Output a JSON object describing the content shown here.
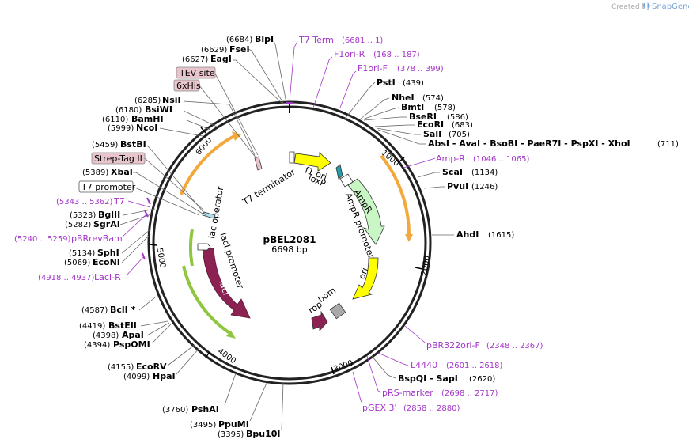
{
  "plasmid": {
    "name": "pBEL2081",
    "size_text": "6698 bp",
    "length": 6698
  },
  "branding": {
    "created_by": "Created by",
    "product": "SnapGene",
    "icon": "snapgene-logo-icon"
  },
  "colors": {
    "backbone": "#222222",
    "primer": "#a335c8",
    "orange_feature": "#f3a83b",
    "green_feature": "#8fc63f",
    "lacI": "#8b2252",
    "ampR": "#c8f7c5",
    "ori": "#ffff00",
    "f1ori": "#ffff00",
    "rop": "#8b2252",
    "bom": "#a9a9a9",
    "tag_box": "#e8c4cc"
  },
  "ticks": [
    "1000",
    "2000",
    "3000",
    "4000",
    "5000",
    "6000"
  ],
  "sites": [
    {
      "name": "BlpI",
      "pos": "(6684)"
    },
    {
      "name": "FseI",
      "pos": "(6629)"
    },
    {
      "name": "EagI",
      "pos": "(6627)"
    },
    {
      "name": "NsiI",
      "pos": "(6285)"
    },
    {
      "name": "BsiWI",
      "pos": "(6180)"
    },
    {
      "name": "BamHI",
      "pos": "(6110)"
    },
    {
      "name": "NcoI",
      "pos": "(5999)"
    },
    {
      "name": "BstBI",
      "pos": "(5459)"
    },
    {
      "name": "XbaI",
      "pos": "(5389)"
    },
    {
      "name": "BglII",
      "pos": "(5323)"
    },
    {
      "name": "SgrAI",
      "pos": "(5282)"
    },
    {
      "name": "SphI",
      "pos": "(5134)"
    },
    {
      "name": "EcoNI",
      "pos": "(5069)"
    },
    {
      "name": "BclI *",
      "pos": "(4587)"
    },
    {
      "name": "BstEII",
      "pos": "(4419)"
    },
    {
      "name": "ApaI",
      "pos": "(4398)"
    },
    {
      "name": "PspOMI",
      "pos": "(4394)"
    },
    {
      "name": "EcoRV",
      "pos": "(4155)"
    },
    {
      "name": "HpaI",
      "pos": "(4099)"
    },
    {
      "name": "PshAI",
      "pos": "(3760)"
    },
    {
      "name": "PpuMI",
      "pos": "(3495)"
    },
    {
      "name": "Bpu10I",
      "pos": "(3395)"
    },
    {
      "name": "PstI",
      "pos": "(439)"
    },
    {
      "name": "NheI",
      "pos": "(574)"
    },
    {
      "name": "BmtI",
      "pos": "(578)"
    },
    {
      "name": "BseRI",
      "pos": "(586)"
    },
    {
      "name": "EcoRI",
      "pos": "(683)"
    },
    {
      "name": "SalI",
      "pos": "(705)"
    },
    {
      "name": "AbsI  -  AvaI  -  BsoBI  -  PaeR7I  -  PspXI  -  XhoI",
      "pos": "(711)"
    },
    {
      "name": "ScaI",
      "pos": "(1134)"
    },
    {
      "name": "PvuI",
      "pos": "(1246)"
    },
    {
      "name": "AhdI",
      "pos": "(1615)"
    },
    {
      "name": "BspQI  -  SapI",
      "pos": "(2620)"
    }
  ],
  "primers": [
    {
      "name": "T7 Term",
      "range": "(6681 .. 1)"
    },
    {
      "name": "F1ori-R",
      "range": "(168 .. 187)"
    },
    {
      "name": "F1ori-F",
      "range": "(378 .. 399)"
    },
    {
      "name": "Amp-R",
      "range": "(1046 .. 1065)"
    },
    {
      "name": "pBR322ori-F",
      "range": "(2348 .. 2367)"
    },
    {
      "name": "L4440",
      "range": "(2601 .. 2618)"
    },
    {
      "name": "pRS-marker",
      "range": "(2698 .. 2717)"
    },
    {
      "name": "pGEX 3'",
      "range": "(2858 .. 2880)"
    },
    {
      "name": "T7",
      "range": "(5343 .. 5362)"
    },
    {
      "name": "pBRrevBam",
      "range": "(5240 .. 5259)"
    },
    {
      "name": "LacI-R",
      "range": "(4918 .. 4937)"
    }
  ],
  "tags": [
    {
      "name": "TEV site"
    },
    {
      "name": "6xHis"
    },
    {
      "name": "Strep-Tag II"
    },
    {
      "name": "T7 promoter"
    }
  ],
  "features": {
    "t7_terminator": "T7 terminator",
    "f1_ori": "f1 ori",
    "loxp": "loxP",
    "ampr": "AmpR",
    "ampr_promoter": "AmpR promoter",
    "ori": "ori",
    "bom": "bom",
    "rop": "rop",
    "lacI": "lacI",
    "lacI_promoter": "lacI promoter",
    "lac_operator": "lac operator"
  }
}
